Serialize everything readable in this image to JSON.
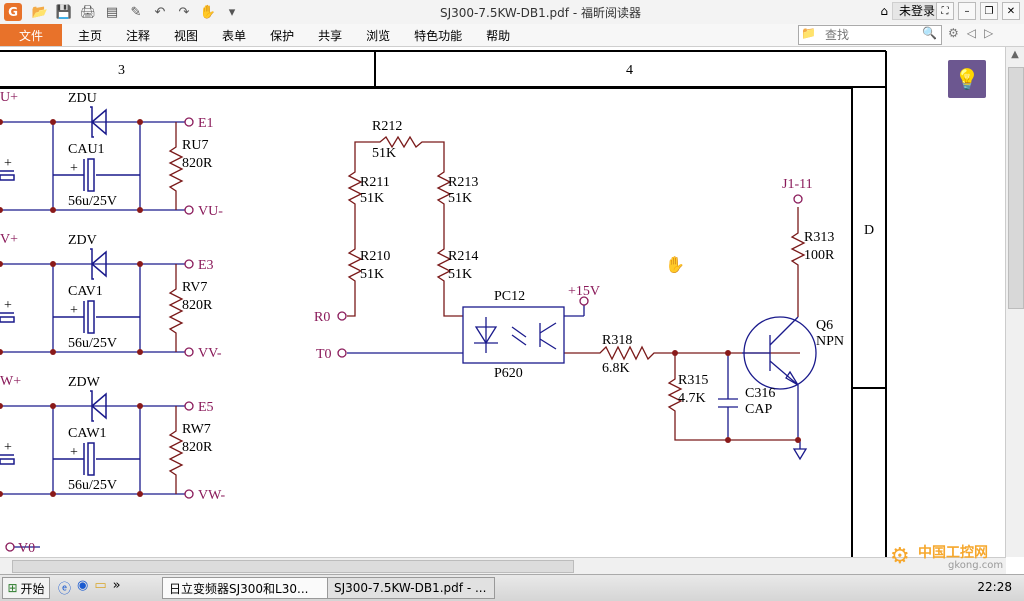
{
  "titlebar": {
    "title": "SJ300-7.5KW-DB1.pdf - 福昕阅读器",
    "login": "未登录"
  },
  "menu": {
    "file": "文件",
    "items": [
      "主页",
      "注释",
      "视图",
      "表单",
      "保护",
      "共享",
      "浏览",
      "特色功能",
      "帮助"
    ]
  },
  "search": {
    "placeholder": "查找"
  },
  "schematic": {
    "columns": [
      "3",
      "4"
    ],
    "row_label": "D",
    "left": {
      "nets_in": [
        "U+",
        "V+",
        "W+",
        "V0"
      ],
      "blocks": [
        {
          "zener": "ZDU",
          "cap": "CAU1",
          "cap_val": "56u/25V",
          "res": "RU7",
          "res_val": "820R",
          "out_pos": "E1",
          "out_neg": "VU-"
        },
        {
          "zener": "ZDV",
          "cap": "CAV1",
          "cap_val": "56u/25V",
          "res": "RV7",
          "res_val": "820R",
          "out_pos": "E3",
          "out_neg": "VV-"
        },
        {
          "zener": "ZDW",
          "cap": "CAW1",
          "cap_val": "56u/25V",
          "res": "RW7",
          "res_val": "820R",
          "out_pos": "E5",
          "out_neg": "VW-"
        }
      ],
      "plus_marker": "+"
    },
    "right": {
      "r212": "R212",
      "r212_val": "51K",
      "r211": "R211",
      "r211_val": "51K",
      "r213": "R213",
      "r213_val": "51K",
      "r210": "R210",
      "r210_val": "51K",
      "r214": "R214",
      "r214_val": "51K",
      "r0": "R0",
      "t0": "T0",
      "pc12": "PC12",
      "p620": "P620",
      "v15": "+15V",
      "r318": "R318",
      "r318_val": "6.8K",
      "r315": "R315",
      "r315_val": "4.7K",
      "c316": "C316",
      "c316_val": "CAP",
      "j1": "J1-11",
      "r313": "R313",
      "r313_val": "100R",
      "q6": "Q6",
      "q6_type": "NPN"
    }
  },
  "taskbar": {
    "start": "开始",
    "task1": "日立变频器SJ300和L30...",
    "task2": "SJ300-7.5KW-DB1.pdf - ...",
    "clock": "22:28"
  },
  "watermark": {
    "line1": "中国工控网",
    "line2": "gkong.com"
  }
}
